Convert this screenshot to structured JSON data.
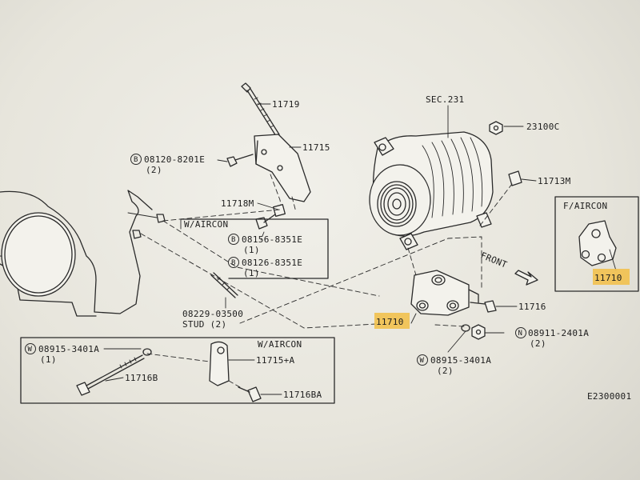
{
  "diagram": {
    "diagram_code": "E2300001",
    "section_ref": "SEC.231",
    "parts": {
      "p11719": "11719",
      "p11715": "11715",
      "p08120": "08120-8201E",
      "p08120_qty": "(2)",
      "p11718m": "11718M",
      "waircon1": "W/AIRCON",
      "p08156": "08156-8351E",
      "p08156_qty": "(1)",
      "p08126": "08126-8351E",
      "p08126_qty": "(1)",
      "p08229": "08229-03500",
      "p08229_stud": "STUD (2)",
      "p23100c": "23100C",
      "p11713m": "11713M",
      "faircon": "F/AIRCON",
      "p11710_a": "11710",
      "p11716": "11716",
      "p11710_b": "11710",
      "p08911": "08911-2401A",
      "p08911_qty": "(2)",
      "p08915_right": "08915-3401A",
      "p08915_right_qty": "(2)",
      "p08915_left": "08915-3401A",
      "p08915_left_qty": "(1)",
      "waircon2": "W/AIRCON",
      "p11715a": "11715+A",
      "p11716b": "11716B",
      "p11716ba": "11716BA"
    },
    "circle_letters": {
      "b": "B",
      "w": "W",
      "n": "N"
    },
    "highlight_color": "#f2c14e"
  }
}
